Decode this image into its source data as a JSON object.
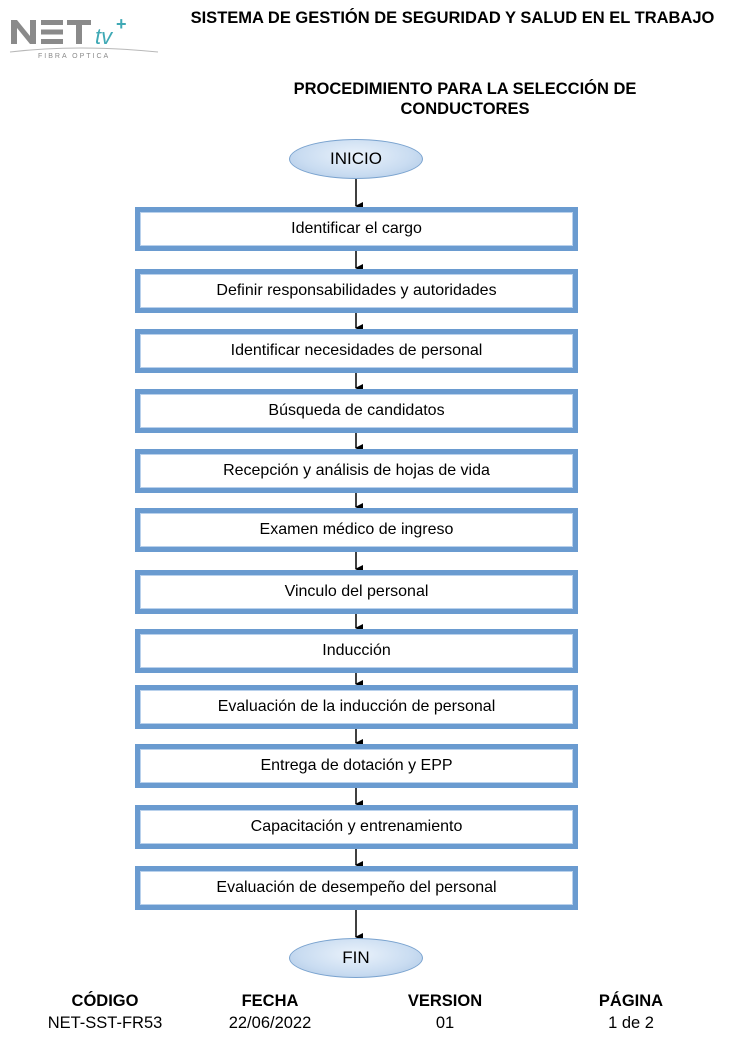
{
  "logo": {
    "brand": "NETtv+",
    "tagline": "FIBRA OPTICA"
  },
  "header": {
    "system_title": "SISTEMA DE GESTIÓN DE SEGURIDAD Y SALUD EN EL TRABAJO",
    "procedure_title": "PROCEDIMIENTO PARA LA SELECCIÓN DE CONDUCTORES"
  },
  "flow": {
    "start": "INICIO",
    "end": "FIN",
    "steps": [
      "Identificar el cargo",
      "Definir responsabilidades y autoridades",
      "Identificar necesidades de personal",
      "Búsqueda de candidatos",
      "Recepción y análisis de hojas de vida",
      "Examen médico de ingreso",
      "Vinculo del personal",
      "Inducción",
      "Evaluación de la inducción de personal",
      "Entrega de dotación y EPP",
      "Capacitación y entrenamiento",
      "Evaluación de desempeño del personal"
    ]
  },
  "footer": {
    "codigo_label": "CÓDIGO",
    "codigo_value": "NET-SST-FR53",
    "fecha_label": "FECHA",
    "fecha_value": "22/06/2022",
    "version_label": "VERSION",
    "version_value": "01",
    "pagina_label": "PÁGINA",
    "pagina_value": "1 de 2"
  },
  "colors": {
    "box_border": "#6a9bd0",
    "terminal_fill": "#c9dcf1",
    "logo_gray": "#8a8a8a",
    "logo_teal": "#3fa9b5"
  }
}
